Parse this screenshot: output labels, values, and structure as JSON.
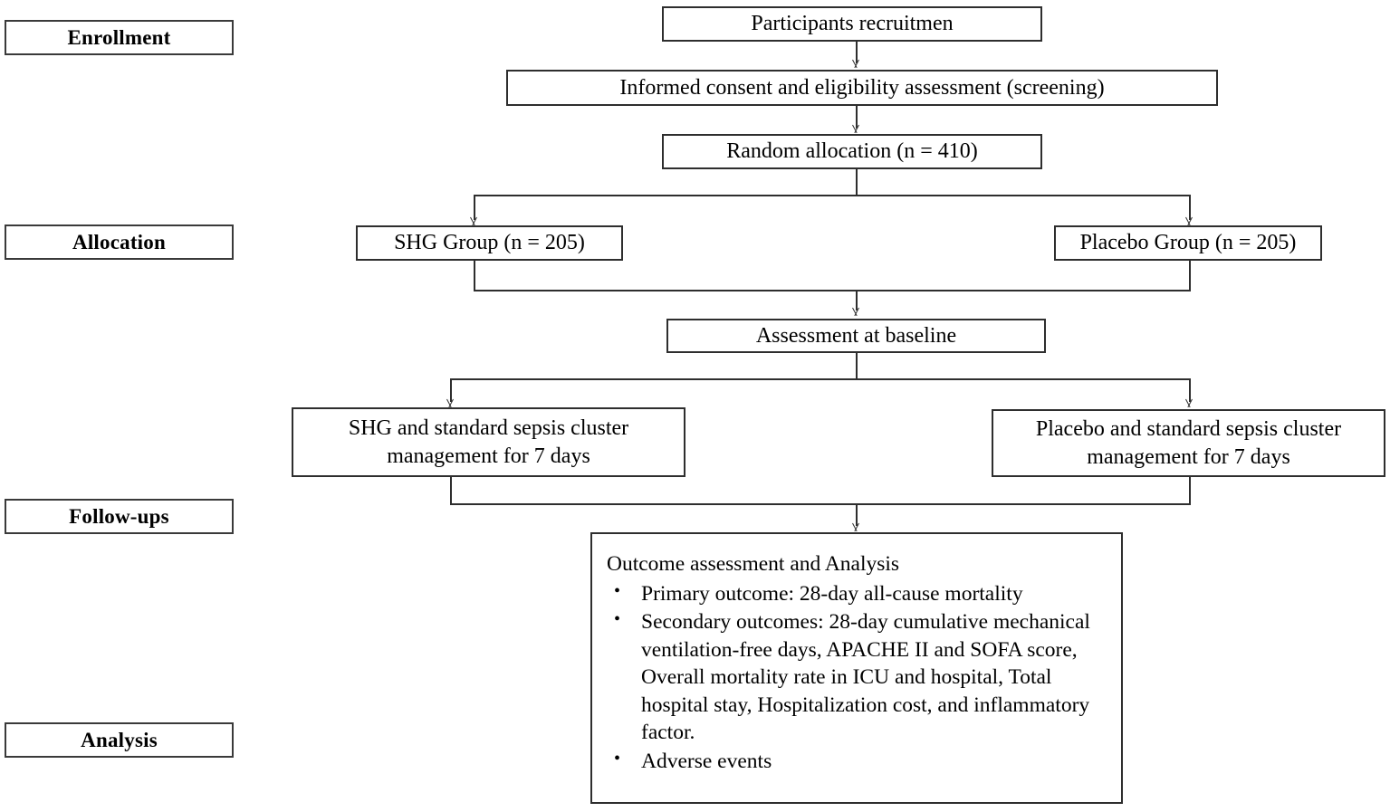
{
  "diagram": {
    "type": "consort-flow-diagram",
    "stage_labels": [
      {
        "id": "enrollment",
        "text": "Enrollment"
      },
      {
        "id": "allocation",
        "text": "Allocation"
      },
      {
        "id": "follow-ups",
        "text": "Follow-ups"
      },
      {
        "id": "analysis",
        "text": "Analysis"
      }
    ],
    "nodes": {
      "recruitment": "Participants recruitmen",
      "consent": "Informed consent and eligibility assessment (screening)",
      "randomization": "Random allocation (n = 410)",
      "shg_group": "SHG Group (n = 205)",
      "placebo_group": "Placebo Group (n = 205)",
      "baseline": "Assessment at baseline",
      "shg_treatment_line1": "SHG and standard sepsis cluster",
      "shg_treatment_line2": "management for 7 days",
      "placebo_treatment_line1": "Placebo and standard sepsis cluster",
      "placebo_treatment_line2": "management for 7 days"
    },
    "outcome": {
      "title": "Outcome assessment and Analysis",
      "bullet_glyph": "•",
      "items": [
        "Primary outcome: 28-day all-cause mortality",
        "Secondary outcomes: 28-day cumulative mechanical ventilation-free days, APACHE II and SOFA score, Overall mortality rate in ICU and hospital, Total hospital stay, Hospitalization cost, and inflammatory factor.",
        "Adverse events"
      ]
    },
    "colors": {
      "box_border": "#2e2e2e",
      "label_border": "#3a3a3a",
      "background": "#ffffff",
      "text": "#000000"
    }
  }
}
